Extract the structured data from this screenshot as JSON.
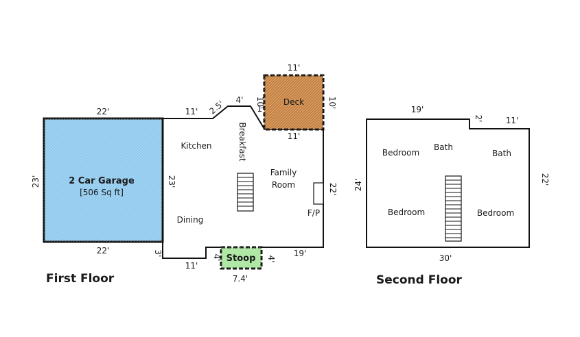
{
  "first_floor": {
    "title": "First Floor",
    "garage": {
      "name": "2 Car Garage",
      "area": "[506 Sq ft]",
      "color": "#8ec9ee",
      "dim_top": "22'",
      "dim_bottom": "22'",
      "dim_left": "23'",
      "dim_right": "23'"
    },
    "deck": {
      "name": "Deck",
      "color": "#c7813f",
      "dim_top": "11'",
      "dim_right": "10'",
      "dim_bottom": "11'",
      "dim_left": "10'"
    },
    "stoop": {
      "name": "Stoop",
      "color": "#a7e59c",
      "dim_bottom": "7.4'",
      "dim_right": "4'",
      "dim_left": "4'"
    },
    "rooms": {
      "kitchen": "Kitchen",
      "breakfast": "Breakfast",
      "family_line1": "Family",
      "family_line2": "Room",
      "dining": "Dining",
      "fireplace": "F/P"
    },
    "dims": {
      "top_left": "11'",
      "diag": "2.5'",
      "breakfast_top": "4'",
      "small_top": "1'",
      "right": "22'",
      "bottom_right": "19'",
      "bottom_left": "11'",
      "step": "3'"
    }
  },
  "second_floor": {
    "title": "Second Floor",
    "rooms": {
      "bedroom_tl": "Bedroom",
      "bath_center": "Bath",
      "bath_right": "Bath",
      "bedroom_bl": "Bedroom",
      "bedroom_br": "Bedroom"
    },
    "dims": {
      "top": "19'",
      "notch": "2'",
      "top_right": "11'",
      "left": "24'",
      "right": "22'",
      "bottom": "30'"
    }
  }
}
